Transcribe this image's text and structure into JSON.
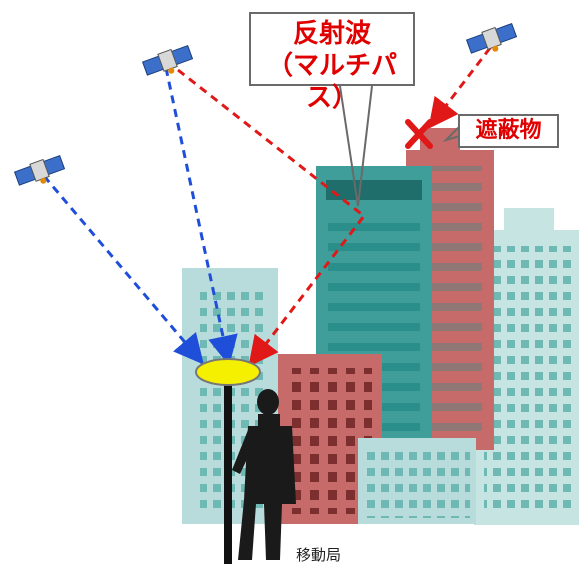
{
  "callouts": {
    "reflection_line1": "反射波",
    "reflection_line2": "（マルチパス）",
    "obstruction": "遮蔽物"
  },
  "labels": {
    "mobile_station": "移動局"
  },
  "colors": {
    "direct_signal": "#1f4fd8",
    "reflected_signal": "#e01818",
    "obstruction_mark": "#e01818",
    "building_teal": "#3f9d9a",
    "building_pale": "#b8dcdb",
    "building_red": "#c66a6a",
    "antenna": "#f4f000"
  },
  "icons": {
    "satellites": [
      "satellite-icon",
      "satellite-icon",
      "satellite-icon",
      "satellite-icon"
    ],
    "obstruction": "x-mark-icon",
    "antenna": "gnss-antenna-icon",
    "person": "surveyor-silhouette-icon"
  }
}
